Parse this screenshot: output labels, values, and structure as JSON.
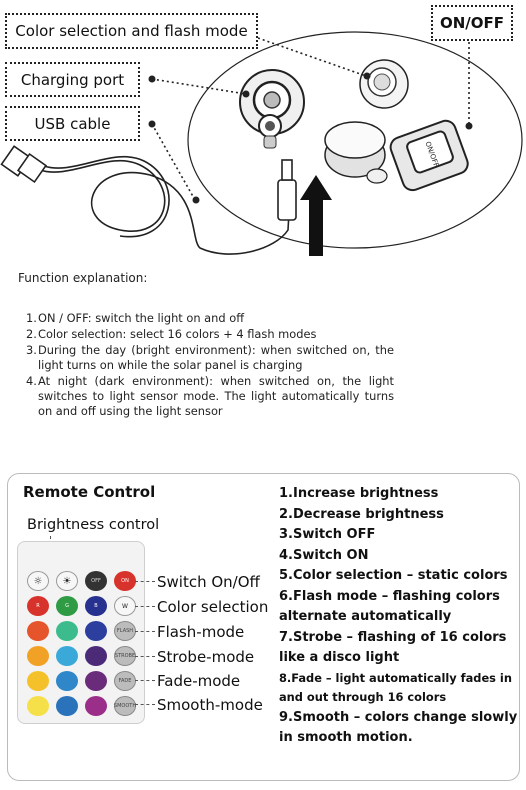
{
  "diagram": {
    "labels": {
      "color_mode": "Color selection and flash mode",
      "charging_port": "Charging port",
      "usb_cable": "USB cable",
      "on_off": "ON/OFF"
    },
    "switch_text": "ON/OFF"
  },
  "functions": {
    "title": "Function explanation:",
    "items": [
      {
        "num": "1.",
        "text": "ON / OFF: switch the light on and off"
      },
      {
        "num": "2.",
        "text": "Color selection: select 16 colors + 4 flash modes"
      },
      {
        "num": "3.",
        "text": "During the day (bright environment): when switched on, the light turns on while the solar panel is charging"
      },
      {
        "num": "4.",
        "text": "At night (dark environment): when switched on, the light switches to light sensor mode. The light automatically turns on and off using the light sensor"
      }
    ]
  },
  "remote": {
    "title": "Remote Control",
    "brightness_label": "Brightness control",
    "button_text": {
      "off": "OFF",
      "on": "ON",
      "r": "R",
      "g": "G",
      "b": "B",
      "w": "W",
      "flash": "FLASH",
      "strobe": "STROBE",
      "fade": "FADE",
      "smooth": "SMOOTH"
    },
    "row_labels": [
      "Switch On/Off",
      "Color selection",
      "Flash-mode",
      "Strobe-mode",
      "Fade-mode",
      "Smooth-mode"
    ],
    "colors": {
      "row1": [
        "#d7332c",
        "#2f9b45",
        "#27318f"
      ],
      "row2": [
        "#e5542a",
        "#3cbc8c",
        "#2c3f9e"
      ],
      "row3": [
        "#f2a127",
        "#3aa9d9",
        "#4b2a78"
      ],
      "row4": [
        "#f4c12b",
        "#2f86c8",
        "#6a2c7a"
      ],
      "row5": [
        "#f6e04a",
        "#2a73bb",
        "#9a2e88"
      ]
    }
  },
  "function_list": [
    "1.Increase brightness",
    "2.Decrease brightness",
    "3.Switch OFF",
    "4.Switch ON",
    "5.Color selection – static colors",
    "6.Flash mode – flashing colors alternate automatically",
    "7.Strobe – flashing of 16 colors like a disco light",
    "8.Fade – light automatically fades in and out through 16 colors",
    "9.Smooth – colors change slowly in smooth motion."
  ]
}
